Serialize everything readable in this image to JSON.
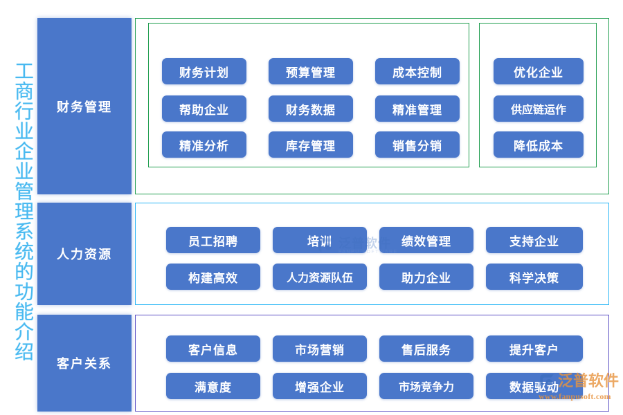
{
  "page": {
    "vertical_title": "工商行业企业管理系统的功能介绍",
    "title_color": "#49b9f0",
    "pill_color": "#4a77ca",
    "background": "#ffffff"
  },
  "rows": [
    {
      "category": "财务管理",
      "border_color": "#1f9d4e",
      "groups": [
        {
          "name": "primary-group",
          "border_color": "#1f9d4e",
          "columns": 3,
          "items": [
            "财务计划",
            "预算管理",
            "成本控制",
            "帮助企业",
            "财务数据",
            "精准管理",
            "精准分析",
            "库存管理",
            "销售分销"
          ]
        },
        {
          "name": "benefit-group",
          "border_color": "#1f9d4e",
          "columns": 1,
          "items": [
            "优化企业",
            "供应链运作",
            "降低成本"
          ]
        }
      ]
    },
    {
      "category": "人力资源",
      "border_color": "#29b6f6",
      "groups": [
        {
          "name": "primary-group",
          "border_color": "none",
          "columns": 4,
          "items": [
            "员工招聘",
            "培训",
            "绩效管理",
            "支持企业",
            "构建高效",
            "人力资源队伍",
            "助力企业",
            "科学决策"
          ]
        }
      ]
    },
    {
      "category": "客户关系",
      "border_color": "#5b4fc4",
      "groups": [
        {
          "name": "primary-group",
          "border_color": "none",
          "columns": 4,
          "items": [
            "客户信息",
            "市场营销",
            "售后服务",
            "提升客户",
            "满意度",
            "增强企业",
            "市场竞争力",
            "数据驱动"
          ]
        }
      ]
    }
  ],
  "watermarks": {
    "center": {
      "brand_cn": "泛普软件",
      "brand_en": "FANPU SOFTWARE",
      "color": "#3d6fc0"
    },
    "corner": {
      "brand_cn": "泛普软件",
      "url": "www.fanpusoft.com",
      "color": "#e8943f"
    }
  }
}
